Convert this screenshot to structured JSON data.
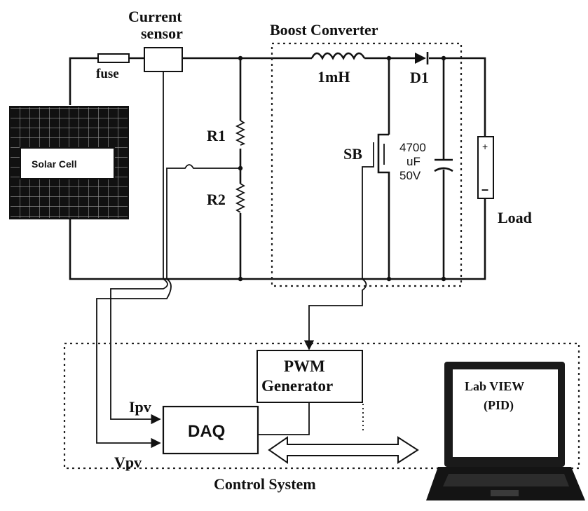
{
  "labels": {
    "current_sensor_line1": "Current",
    "current_sensor_line2": "sensor",
    "fuse": "fuse",
    "boost_converter": "Boost Converter",
    "inductor": "1mH",
    "diode": "D1",
    "solar_cell": "Solar Cell",
    "r1": "R1",
    "r2": "R2",
    "switch": "SB",
    "cap_line1": "4700",
    "cap_line2": "uF",
    "cap_line3": "50V",
    "load_plus": "+",
    "load_minus": "–",
    "load": "Load",
    "pwm_line1": "PWM",
    "pwm_line2": "Generator",
    "labview_line1": "Lab VIEW",
    "labview_line2": "(PID)",
    "ipv": "Ipv",
    "vpv": "Vpv",
    "daq": "DAQ",
    "control_system": "Control System"
  },
  "colors": {
    "ink": "#111111",
    "laptop_body": "#1a1a1a",
    "laptop_screen": "#ffffff",
    "background": "#ffffff"
  },
  "icons": {
    "solar_panel": "solar-panel-icon",
    "laptop": "laptop-icon",
    "double_arrow": "bidirectional-arrow-icon"
  }
}
